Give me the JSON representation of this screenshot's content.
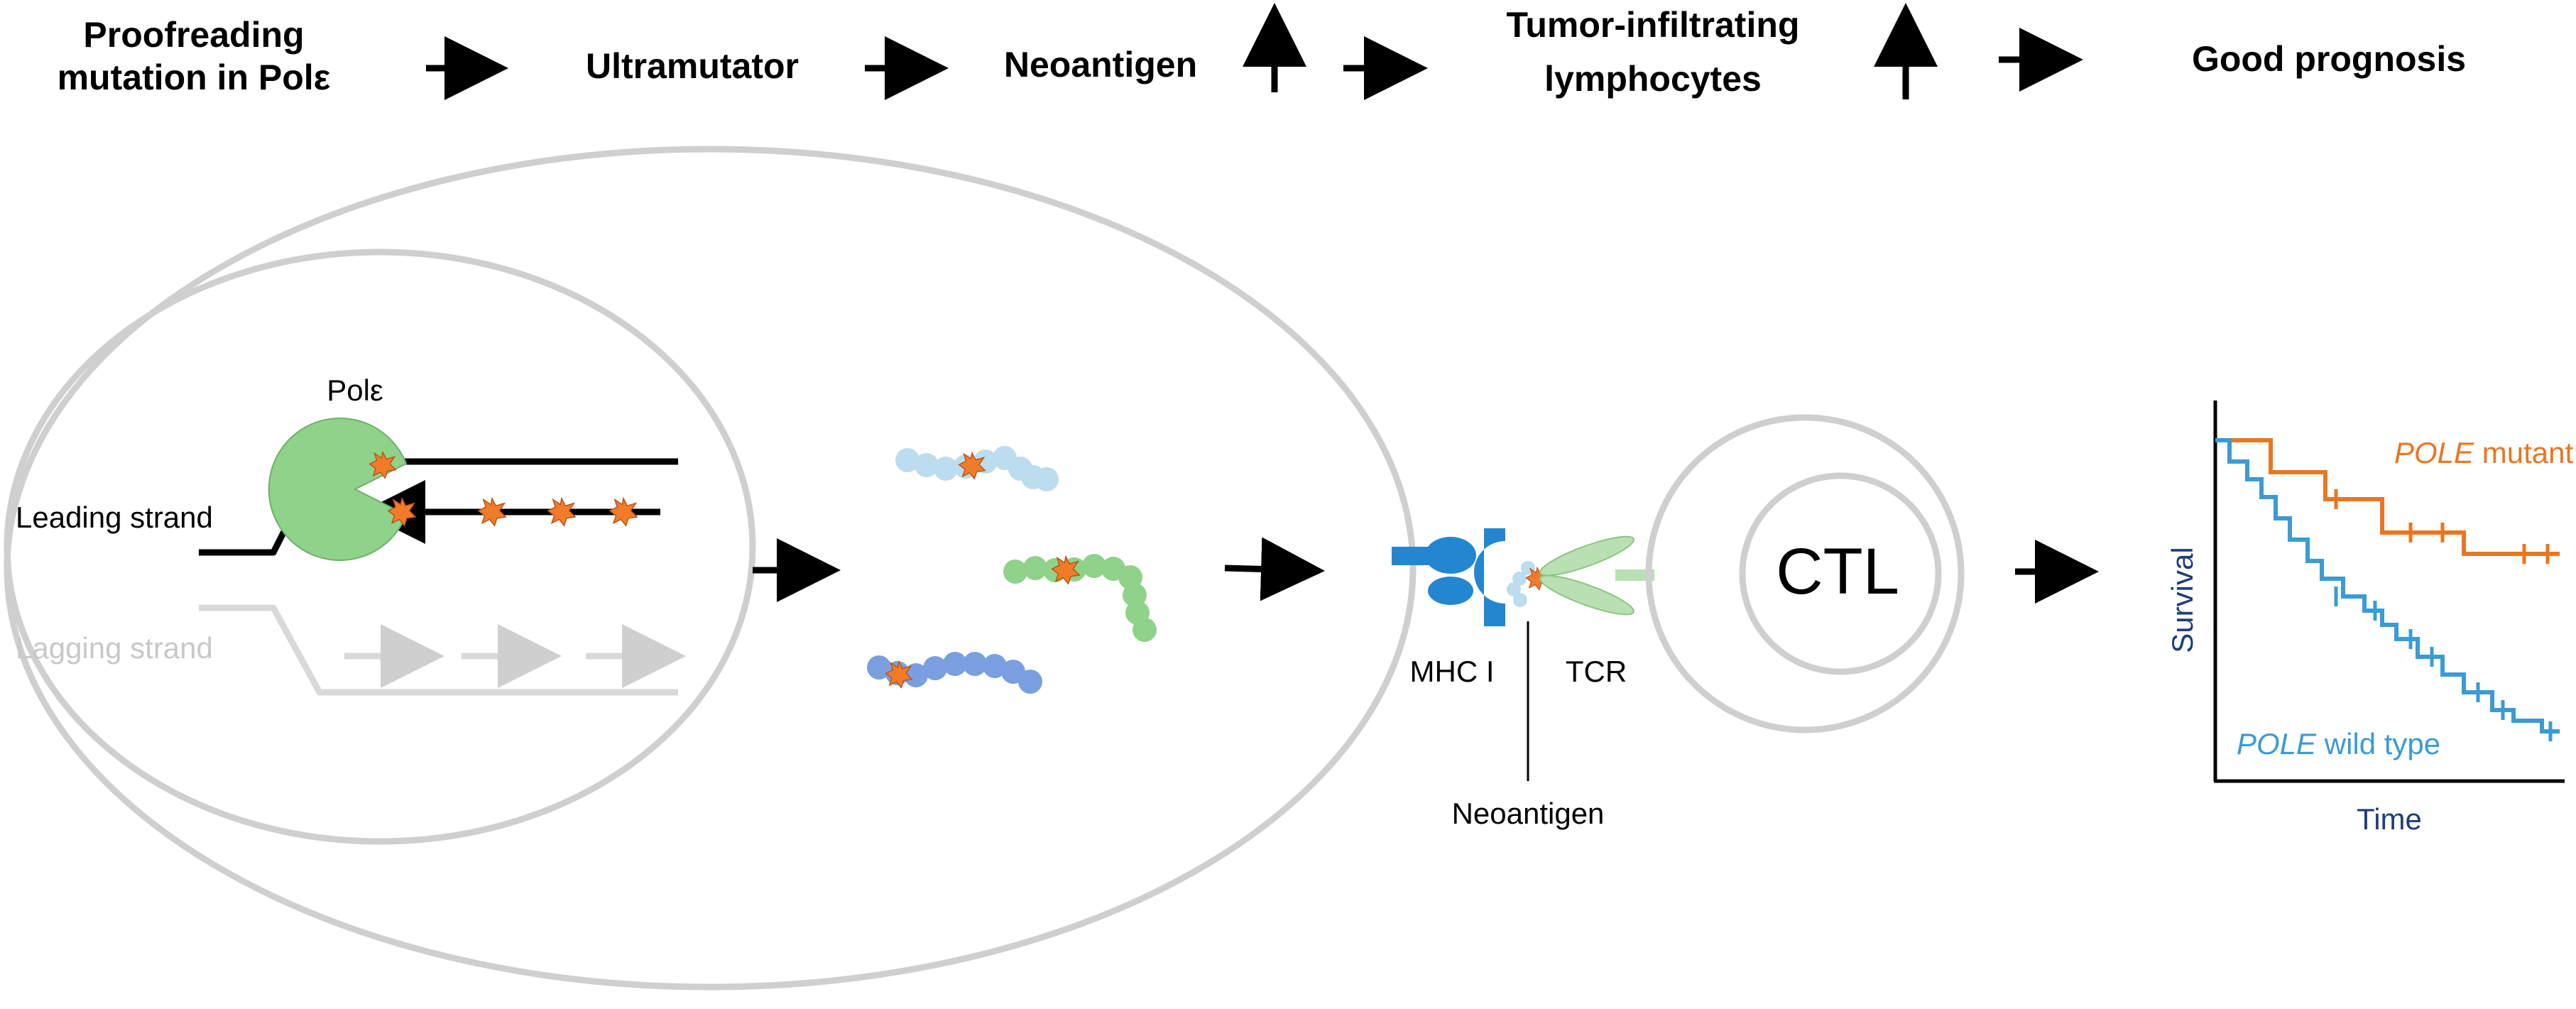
{
  "flow": {
    "step1_line1": "Proofreading",
    "step1_line2": "mutation in Polε",
    "step2": "Ultramutator",
    "step3": "Neoantigen",
    "step4_line1": "Tumor-infiltrating",
    "step4_line2": "lymphocytes",
    "step5": "Good prognosis"
  },
  "dna": {
    "polymerase_label": "Polε",
    "leading_label": "Leading strand",
    "lagging_label": "Lagging strand"
  },
  "immune": {
    "mhc_label": "MHC I",
    "tcr_label": "TCR",
    "neoantigen_label": "Neoantigen",
    "ctl_label": "CTL"
  },
  "chart_data": {
    "type": "line",
    "xlabel": "Time",
    "ylabel": "Survival",
    "series": [
      {
        "name": "POLE mutant",
        "name_italic": "POLE",
        "name_rest": " mutant",
        "color": "#e87722"
      },
      {
        "name": "POLE wild type",
        "name_italic": "POLE",
        "name_rest": " wild type",
        "color": "#3a9bd5"
      }
    ]
  },
  "colors": {
    "mutation": "#f07c2a",
    "polymerase": "#8fd28a",
    "peptide_light": "#bcdcef",
    "peptide_green": "#8fd28a",
    "peptide_blue": "#7a9fe0",
    "mhc": "#2486d0",
    "tcr": "#b8e0b0",
    "cell_outline": "#cfcfcf"
  }
}
